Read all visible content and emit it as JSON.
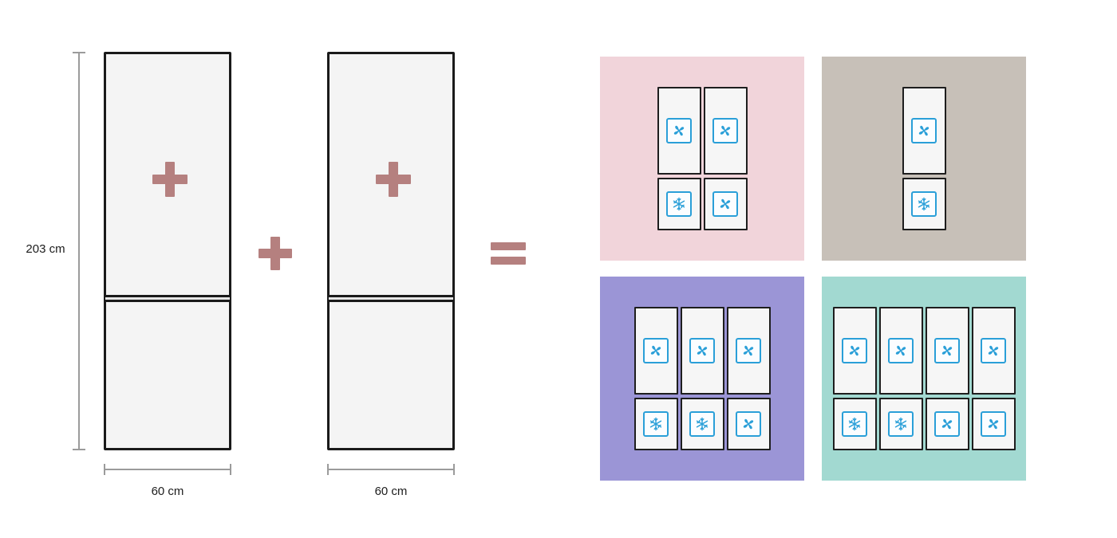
{
  "measurements": {
    "height": "203 cm",
    "width_left": "60 cm",
    "width_right": "60 cm"
  },
  "colors": {
    "accent_rose": "#b5807f",
    "icon_blue": "#2a9fd8",
    "fridge_fill": "#f4f4f4",
    "fridge_border": "#1a1a1a",
    "tile_pink": "#f1d4da",
    "tile_taupe": "#c7c0b8",
    "tile_purple": "#9b95d6",
    "tile_teal": "#a2d9d1"
  },
  "operators": {
    "between_fridges": "plus-icon",
    "result": "equals-icon",
    "inside_each_fridge": "plus-icon"
  },
  "fridges": [
    {
      "id": "fridge-left",
      "badge": "plus-icon"
    },
    {
      "id": "fridge-right",
      "badge": "plus-icon"
    }
  ],
  "combinations": [
    {
      "id": "pink",
      "bg_key": "tile_pink",
      "top_doors": [
        "fan",
        "fan"
      ],
      "bottom_doors": [
        "snowflake",
        "fan"
      ]
    },
    {
      "id": "taupe",
      "bg_key": "tile_taupe",
      "top_doors": [
        "fan"
      ],
      "bottom_doors": [
        "snowflake"
      ]
    },
    {
      "id": "purple",
      "bg_key": "tile_purple",
      "top_doors": [
        "fan",
        "fan",
        "fan"
      ],
      "bottom_doors": [
        "snowflake",
        "snowflake",
        "fan"
      ]
    },
    {
      "id": "teal",
      "bg_key": "tile_teal",
      "top_doors": [
        "fan",
        "fan",
        "fan",
        "fan"
      ],
      "bottom_doors": [
        "snowflake",
        "snowflake",
        "fan",
        "fan"
      ]
    }
  ]
}
